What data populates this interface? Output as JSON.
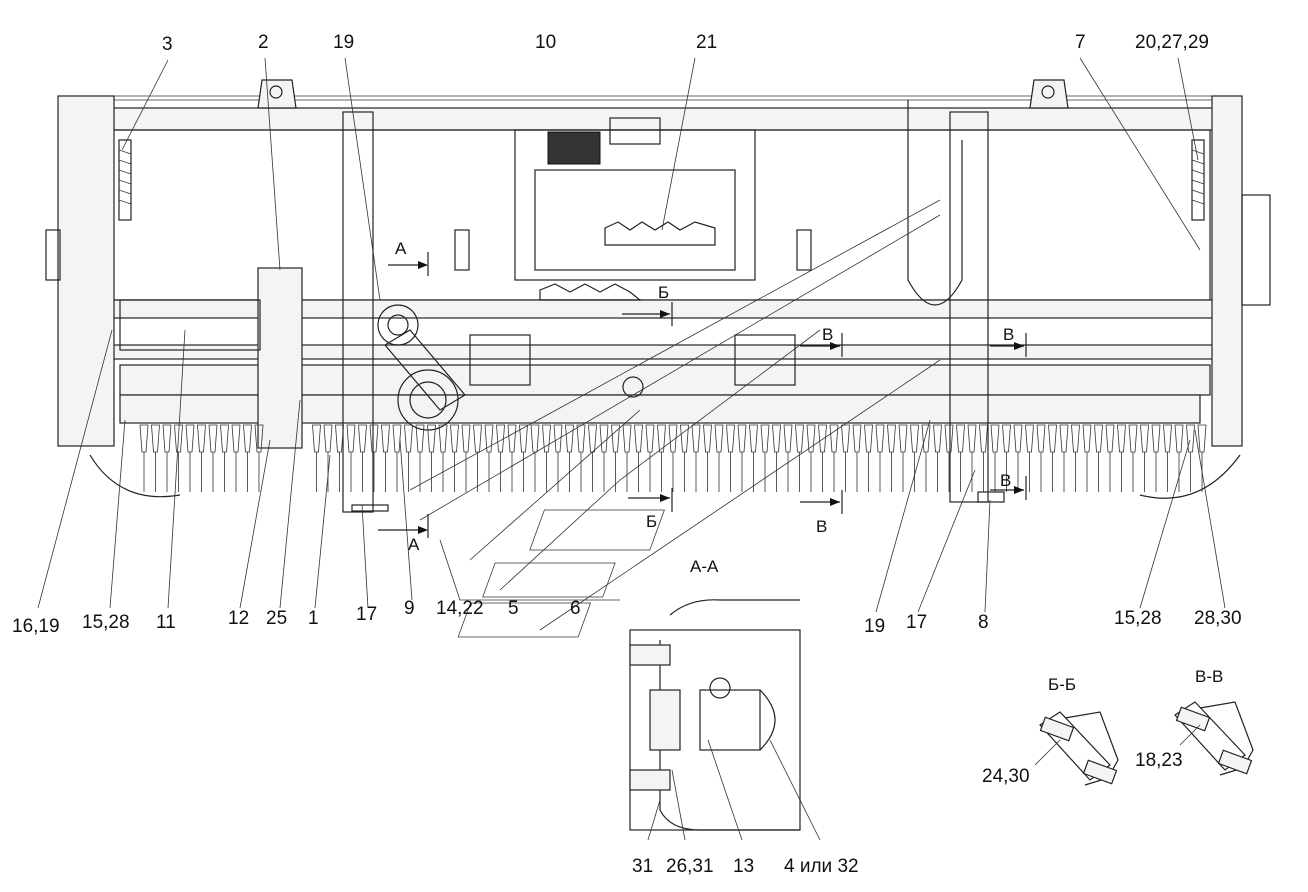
{
  "callouts_top": [
    {
      "id": "top-3",
      "text": "3"
    },
    {
      "id": "top-2",
      "text": "2"
    },
    {
      "id": "top-19",
      "text": "19"
    },
    {
      "id": "top-10",
      "text": "10"
    },
    {
      "id": "top-21",
      "text": "21"
    },
    {
      "id": "top-7",
      "text": "7"
    },
    {
      "id": "top-20-27-29",
      "text": "20,27,29"
    }
  ],
  "callouts_bottom": [
    {
      "id": "bot-16-19",
      "text": "16,19"
    },
    {
      "id": "bot-15-28-left",
      "text": "15,28"
    },
    {
      "id": "bot-11",
      "text": "11"
    },
    {
      "id": "bot-12",
      "text": "12"
    },
    {
      "id": "bot-25",
      "text": "25"
    },
    {
      "id": "bot-1",
      "text": "1"
    },
    {
      "id": "bot-17-left",
      "text": "17"
    },
    {
      "id": "bot-9",
      "text": "9"
    },
    {
      "id": "bot-14-22",
      "text": "14,22"
    },
    {
      "id": "bot-5",
      "text": "5"
    },
    {
      "id": "bot-6",
      "text": "6"
    },
    {
      "id": "bot-19",
      "text": "19"
    },
    {
      "id": "bot-17-right",
      "text": "17"
    },
    {
      "id": "bot-8",
      "text": "8"
    },
    {
      "id": "bot-15-28-right",
      "text": "15,28"
    },
    {
      "id": "bot-28-30",
      "text": "28,30"
    }
  ],
  "section_marks": {
    "a_top": "А",
    "a_bottom": "А",
    "b_top": "Б",
    "b_bottom": "Б",
    "v_left": "В",
    "v_right": "В",
    "v_lower": "В",
    "v_bottom": "В"
  },
  "section_views": {
    "aa": {
      "title": "А-А",
      "labels": [
        "31",
        "26,31",
        "13",
        "4 или 32"
      ]
    },
    "bb": {
      "title": "Б-Б",
      "label": "24,30"
    },
    "vv": {
      "title": "В-В",
      "label": "18,23"
    }
  }
}
